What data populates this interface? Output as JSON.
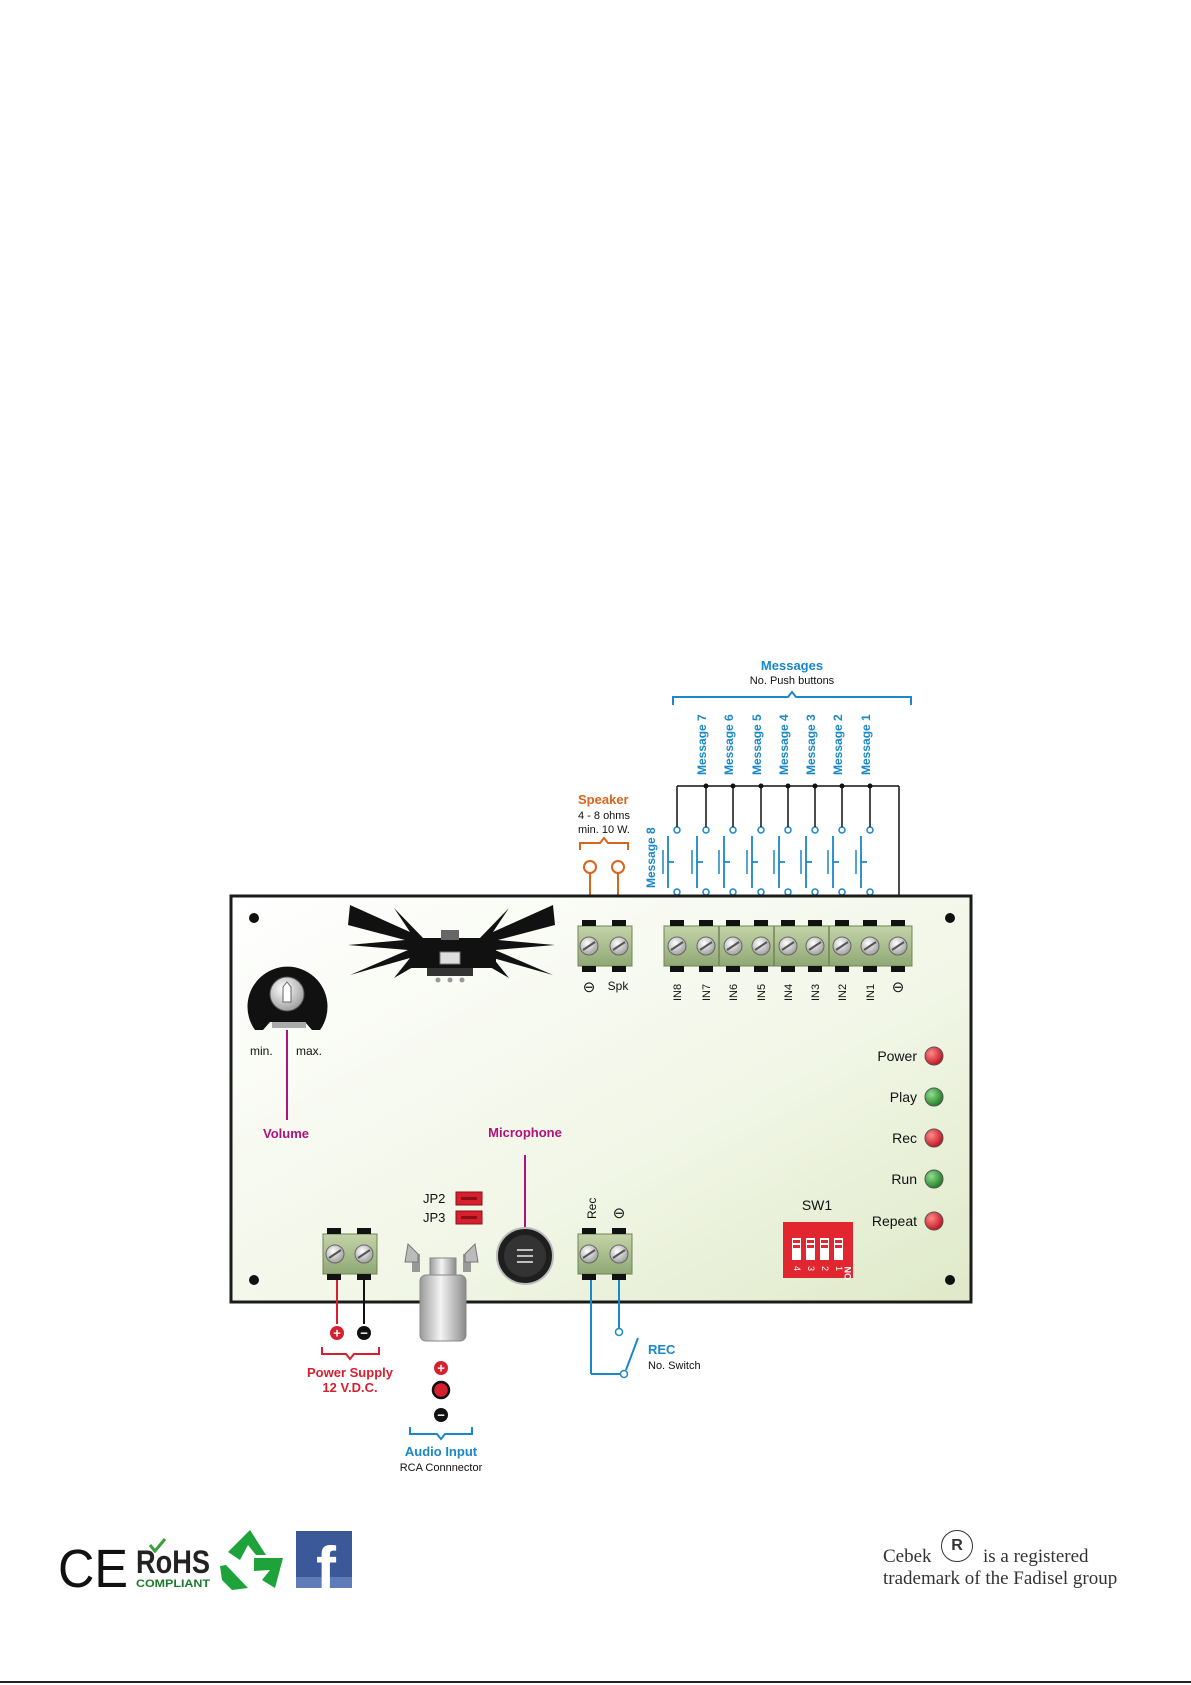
{
  "diagram": {
    "messages_group": {
      "title": "Messages",
      "subtitle": "No. Push buttons"
    },
    "message_labels": [
      "Message 7",
      "Message 6",
      "Message 5",
      "Message 4",
      "Message 3",
      "Message 2",
      "Message 1"
    ],
    "message8_label": "Message 8",
    "speaker": {
      "title": "Speaker",
      "line1": "4 - 8 ohms",
      "line2": "min. 10 W."
    },
    "speaker_terminal_labels": [
      "⊖",
      "Spk"
    ],
    "input_terminal_labels": [
      "IN8",
      "IN7",
      "IN6",
      "IN5",
      "IN4",
      "IN3",
      "IN2",
      "IN1",
      "⊖"
    ],
    "volume": {
      "min": "min.",
      "max": "max.",
      "title": "Volume"
    },
    "microphone_label": "Microphone",
    "jumpers": [
      "JP2",
      "JP3"
    ],
    "rec_terminal_labels": [
      "Rec",
      "⊖"
    ],
    "sw1": {
      "label": "SW1",
      "numbers": [
        "4",
        "3",
        "2",
        "1"
      ],
      "on": "ON"
    },
    "leds": [
      {
        "label": "Power",
        "color": "#d0202c"
      },
      {
        "label": "Play",
        "color": "#2a8a2a"
      },
      {
        "label": "Rec",
        "color": "#d0202c"
      },
      {
        "label": "Run",
        "color": "#2a8a2a"
      },
      {
        "label": "Repeat",
        "color": "#d0202c"
      }
    ],
    "power_supply": {
      "title": "Power Supply",
      "voltage": "12 V.D.C."
    },
    "audio_input": {
      "title": "Audio Input",
      "subtitle": "RCA Connnector"
    },
    "rec_switch": {
      "title": "REC",
      "subtitle": "No. Switch"
    }
  },
  "footer": {
    "logos": [
      "CE",
      "RoHS",
      "COMPLIANT",
      "f"
    ],
    "logo_icons": [
      "ce-mark-icon",
      "rohs-icon",
      "recycle-icon",
      "facebook-icon"
    ],
    "trademark": {
      "brand": "Cebek",
      "reg": "R",
      "tail": "is a registered",
      "line2": "trademark of the Fadisel group"
    }
  },
  "colors": {
    "accent_blue": "#1a87c8",
    "accent_orange": "#d9641c",
    "accent_magenta": "#b0127a",
    "accent_red": "#d7202e",
    "terminal_green": "#a9c08a"
  }
}
